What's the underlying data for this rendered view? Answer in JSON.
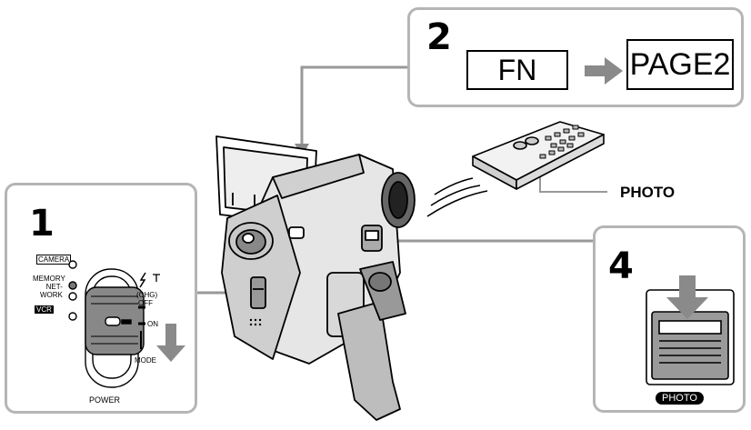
{
  "step1": {
    "number": "1",
    "labels": {
      "camera": "CAMERA",
      "memory": "MEMORY",
      "network": "NET-\nWORK",
      "vcr": "VCR",
      "chg": "(CHG)",
      "off": "OFF",
      "on": "ON",
      "mode": "MODE",
      "power": "POWER"
    }
  },
  "step2": {
    "number": "2",
    "fn_label": "FN",
    "page_label": "PAGE2"
  },
  "step4": {
    "number": "4",
    "photo_badge": "PHOTO"
  },
  "callout": {
    "photo_label": "PHOTO"
  },
  "colors": {
    "panel_border": "#b5b5b5",
    "arrow_gray": "#8a8a8a",
    "connector": "#999999"
  }
}
